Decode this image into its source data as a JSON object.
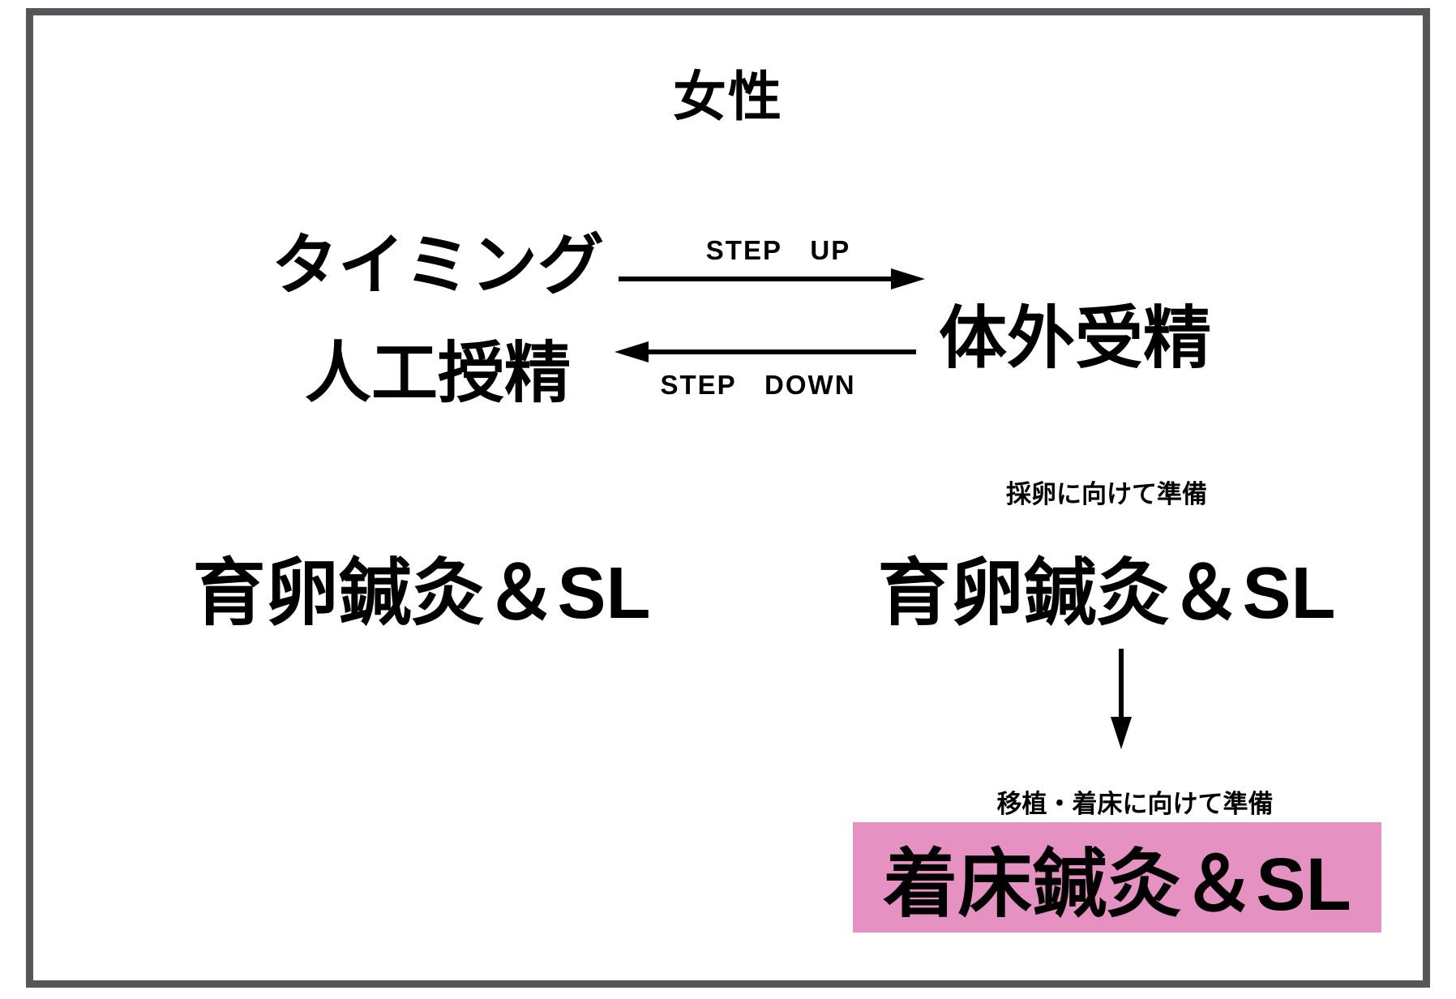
{
  "colors": {
    "highlight": "#e592c2",
    "frame": "#55565a",
    "text": "#000000",
    "background": "#ffffff"
  },
  "diagram": {
    "title": "女性",
    "timing_block": {
      "line1": "タイミング",
      "line2": "人工授精"
    },
    "step_up": "STEP　UP",
    "step_down": "STEP　DOWN",
    "ivf_label": "体外受精",
    "ikuran_left": "育卵鍼灸＆SL",
    "egg_prep_caption": "採卵に向けて準備",
    "ikuran_right": "育卵鍼灸＆SL",
    "transfer_prep_caption": "移植・着床に向けて準備",
    "implantation_label": "着床鍼灸＆SL"
  }
}
